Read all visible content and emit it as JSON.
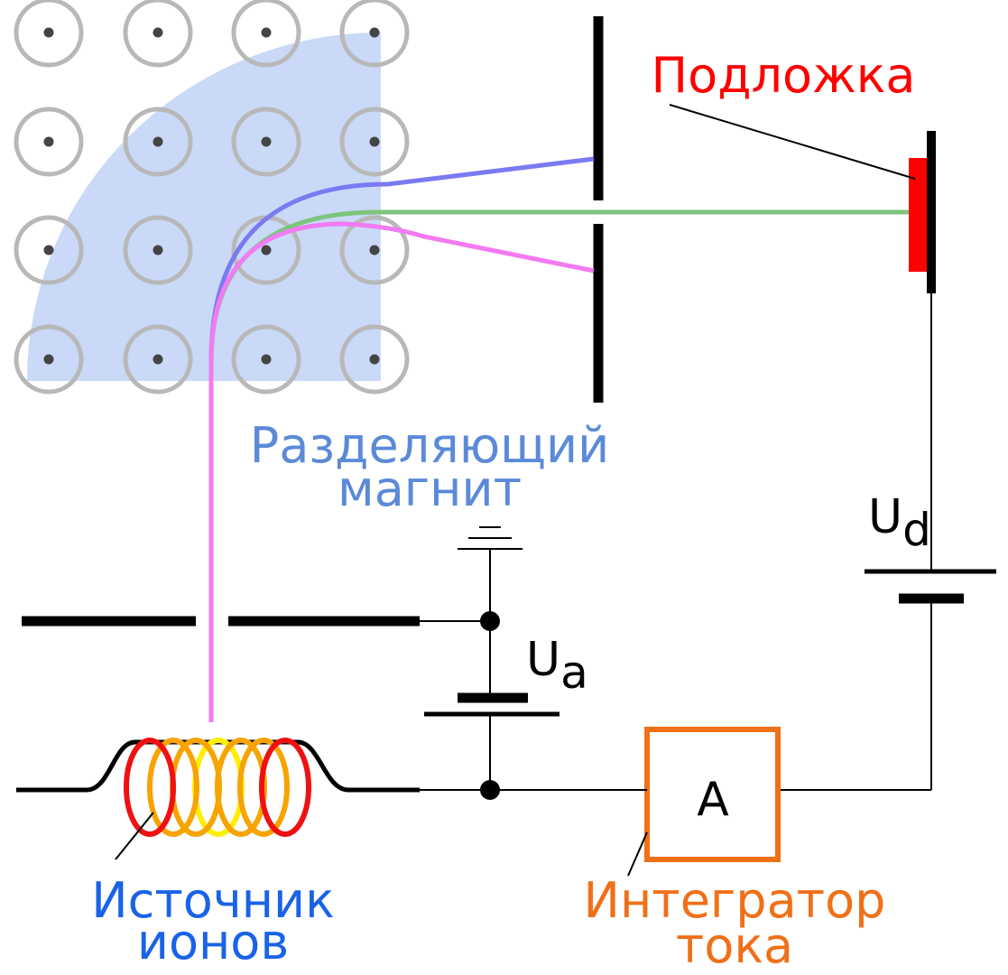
{
  "labels": {
    "substrate": "Подложка",
    "magnet_line1": "Разделяющий",
    "magnet_line2": "магнит",
    "source_line1": "Источник",
    "source_line2": "ионов",
    "integrator_line1": "Интегратор",
    "integrator_line2": "тока",
    "ammeter": "A",
    "ua_main": "U",
    "ua_sub": "a",
    "ud_main": "U",
    "ud_sub": "d"
  },
  "colors": {
    "substrate": "#ff0000",
    "magnet_label": "#5b8ad8",
    "magnet_field": "#c9d9f7",
    "source_label": "#1a63e8",
    "integrator": "#f07018",
    "beam_heavy": "#7a7af2",
    "beam_mid": "#7dc47d",
    "beam_light": "#f27af2",
    "coil_outer": "#ee1111",
    "coil_mid": "#f7a300",
    "coil_inner": "#ffee00"
  },
  "icons": {
    "field_marker": "field-out-of-page-icon",
    "ground": "ground-icon",
    "battery": "battery-icon",
    "ammeter": "ammeter-icon",
    "coil": "coil-icon"
  }
}
